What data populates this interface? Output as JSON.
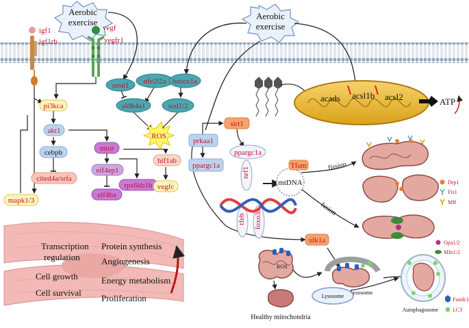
{
  "stimulus": {
    "left": "Aerobic\nexercise",
    "right": "Aerobic\nexercise"
  },
  "receptors": {
    "igf1": "igf1",
    "igf1rb": "igf1rb",
    "vegf": "vegf",
    "vegfr1": "vegfr1"
  },
  "nodes": {
    "sesn1": "sesn1",
    "nfe2l2a": "nfe2l2a",
    "hmox1a": "hmox1a",
    "aldh4a1": "aldh4a1",
    "sod12": "sod1/2",
    "ros": "ROS",
    "pi3kca": "pi3kca",
    "akt1": "akt1",
    "cebpb": "cebpb",
    "cited4a": "cited4a/srfa",
    "mtor": "mtor",
    "eif4ep1": "eif4ep1",
    "eif4ba": "eif4ba",
    "rps6kb1b": "rps6kb1b",
    "hif1ab": "hif1ab",
    "vegfc": "vegfc",
    "mapk13": "mapk1/3",
    "prkaa1": "prkaa1",
    "sirt1": "sirt1",
    "ppargc1a_top": "ppargc1a",
    "ppargc1a_left": "ppargc1a",
    "nrf1": "nrf1",
    "tfeb": "tfeb",
    "foxo3a": "foxo3a",
    "tfam": "Tfam",
    "mtdna": "mtDNA",
    "ulk1a": "ulk1a"
  },
  "mitochondrion": {
    "acads": "acads",
    "acsl1b": "acsl1b",
    "acsl2": "acsl2",
    "atp": "ATP"
  },
  "fission": {
    "label1": "fission",
    "label2": "fusion"
  },
  "legend": {
    "drp1": "Drp1",
    "fis1": "Fis1",
    "mff": "Mff",
    "opa12": "Opa1/2",
    "mfn12": "Mfn1/2",
    "fundc1": "Fundc1",
    "lc3": "LC3"
  },
  "mitophagy": {
    "ros": "ROS",
    "autolysosome": "Autolysosome",
    "lysosome": "Lysosome",
    "autophagosome": "Autophagosome",
    "healthy": "Healthy mitochondria"
  },
  "outcomes": {
    "transcription": "Transcription\nregulation",
    "protein": "Protein synthesis",
    "angiogenesis": "Angiogenesis",
    "growth": "Cell growth",
    "energy": "Energy metabolism",
    "survival": "Cell survival",
    "proliferation": "Proliferation"
  },
  "colors": {
    "node_teal": "#4aa6b0",
    "node_yellow": "#fdf5b8",
    "node_purple": "#c57ad6",
    "node_blue": "#bcd3ee",
    "node_orange": "#f5a36b",
    "text_red": "#c8102e"
  }
}
